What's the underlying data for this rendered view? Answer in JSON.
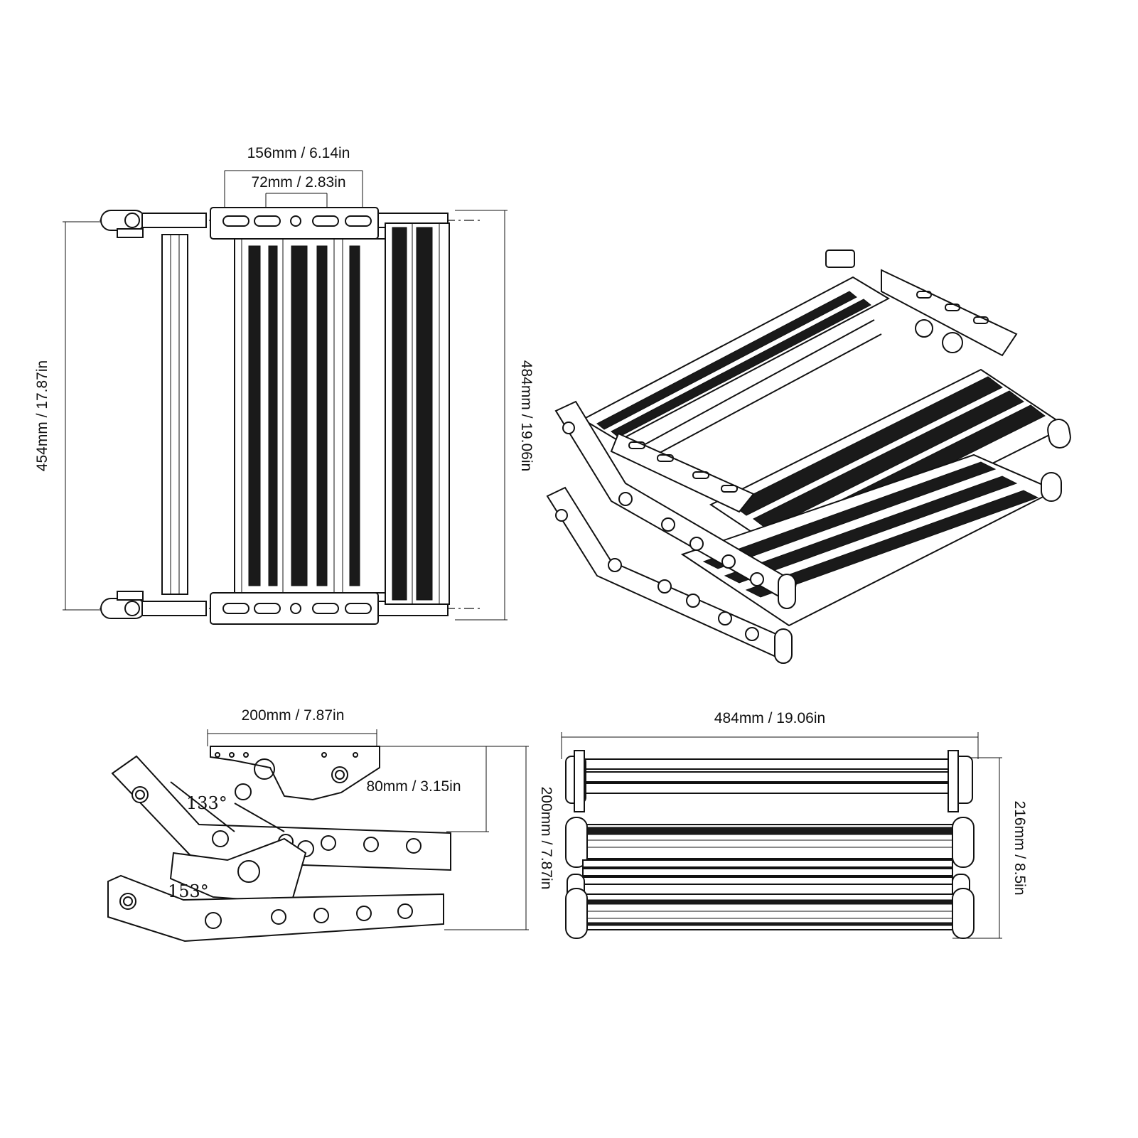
{
  "top_view": {
    "width_label": "156mm / 6.14in",
    "slot_pitch_label": "72mm / 2.83in",
    "depth_label": "454mm / 17.87in",
    "overall_label": "484mm / 19.06in"
  },
  "side_view": {
    "width_label": "200mm / 7.87in",
    "rise_label": "80mm / 3.15in",
    "height_label": "200mm / 7.87in",
    "angle_upper": "133°",
    "angle_lower": "153°"
  },
  "front_view": {
    "width_label": "484mm / 19.06in",
    "height_label": "216mm / 8.5in"
  }
}
